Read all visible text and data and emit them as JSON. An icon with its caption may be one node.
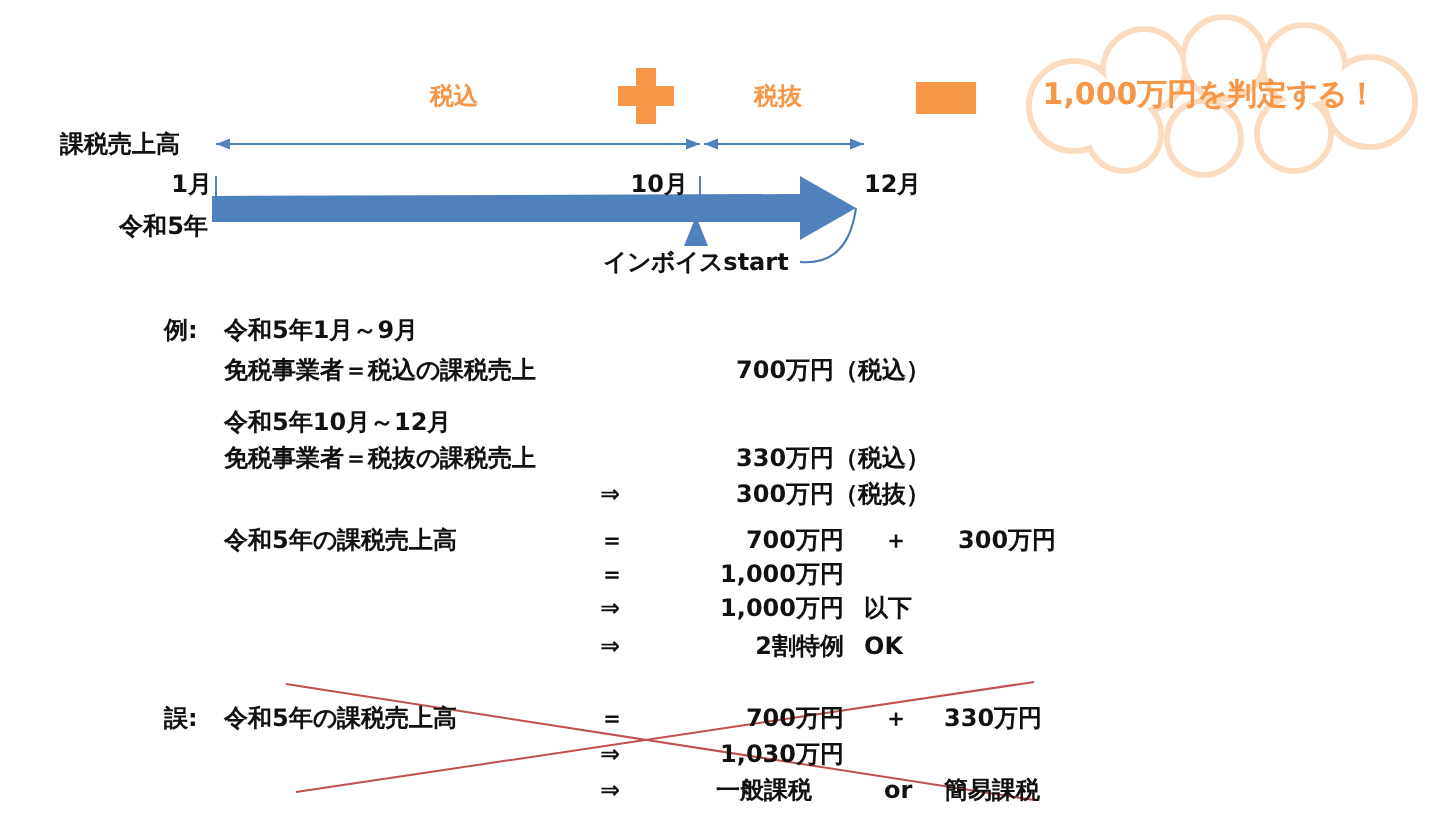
{
  "diagram": {
    "nodes": [
      {
        "text": [
          "1,000万円を判定する！"
        ]
      },
      {
        "text": [
          "インボイスstart"
        ]
      },
      {
        "text": [],
        "shape": "arrow"
      }
    ],
    "edges": [
      {
        "from": 1,
        "to": 2,
        "arrow": "none"
      }
    ],
    "labels": [
      "税込",
      "税抜",
      "課税売上高",
      "1月",
      "10月",
      "12月",
      "令和5年",
      "例:",
      "令和5年1月～9月",
      "免税事業者＝税込の課税売上",
      "700万円（税込）",
      "令和5年10月～12月",
      "免税事業者＝税抜の課税売上",
      "330万円（税込）",
      "⇒",
      "300万円（税抜）",
      "令和5年の課税売上高",
      "＝",
      "700万円",
      "＋",
      "300万円",
      "＝",
      "1,000万円",
      "⇒",
      "1,000万円",
      "以下",
      "⇒",
      "2割特例",
      "OK",
      "誤:",
      "令和5年の課税売上高",
      "＝",
      "700万円",
      "＋",
      "330万円",
      "⇒",
      "1,030万円",
      "⇒",
      "一般課税",
      "or",
      "簡易課税"
    ]
  }
}
